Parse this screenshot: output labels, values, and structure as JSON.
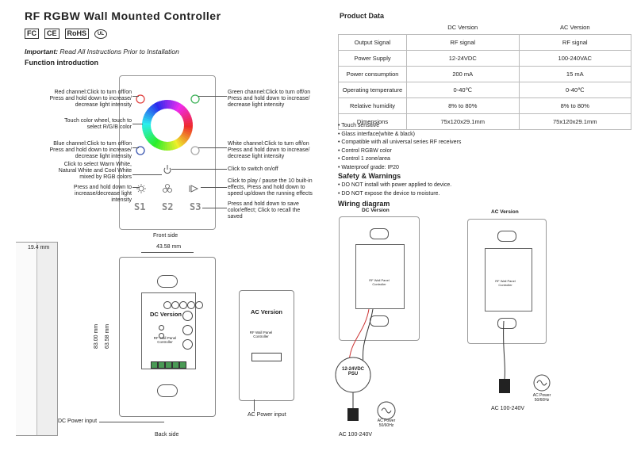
{
  "title": "RF RGBW Wall Mounted Controller",
  "certifications": [
    "FC",
    "CE",
    "RoHS",
    "UL"
  ],
  "important": {
    "prefix": "Important:",
    "text": "Read All Instructions Prior to Installation"
  },
  "function_intro": {
    "heading": "Function  introduction",
    "labels": {
      "red": "Red channel:Click to turn off/on\nPress and hold down to increase/\ndecrease light intensity",
      "wheel": "Touch color wheel, touch to\nselect R/G/B color",
      "blue": "Blue channel:Click to turn off/on\nPress and hold down to increase/\ndecrease light intensity",
      "warm": "Click to select Warm White,\nNatural White and Cool White\nmixed by RGB colors",
      "brightness": "Press and hold down to\nincrease/decrease light\nintensity",
      "green": "Green channel:Click to turn off/on\nPress and hold down to increase/\ndecrease light intensity",
      "white": "White channel:Click to turn off/on\nPress and hold down to increase/\ndecrease light intensity",
      "power": "Click to switch on/off",
      "play": "Click to play / pause the 10 built-in\neffects, Press and hold down to\nspeed up/down the running effects",
      "scene": "Press and hold down to save\ncolor/effect; Click to recall the\nsaved"
    },
    "scene_buttons": [
      "S1",
      "S2",
      "S3"
    ],
    "front_side": "Front side"
  },
  "back": {
    "dim_depth": "19.4 mm",
    "dim_width": "43.58 mm",
    "dim_h1": "83.00 mm",
    "dim_h2": "63.58 mm",
    "dc_version": "DC Version",
    "ac_version": "AC Version",
    "module_label": "RF Wall Panel\nController",
    "dc_power_input": "DC Power input",
    "ac_power_input": "AC Power input",
    "back_side": "Back side"
  },
  "product_data": {
    "heading": "Product  Data",
    "columns": [
      "",
      "DC Version",
      "AC Version"
    ],
    "rows": [
      [
        "Output  Signal",
        "RF signal",
        "RF signal"
      ],
      [
        "Power  Supply",
        "12-24VDC",
        "100-240VAC"
      ],
      [
        "Power  consumption",
        "200 mA",
        "15 mA"
      ],
      [
        "Operating  temperature",
        "0-40℃",
        "0-40℃"
      ],
      [
        "Relative  humidity",
        "8% to 80%",
        "8% to 80%"
      ],
      [
        "Dimensions",
        "75x120x29.1mm",
        "75x120x29.1mm"
      ]
    ]
  },
  "features": [
    "Touch sensitive",
    "Glass interface(white & black)",
    "Compatible with all universal series RF receivers",
    "Control RGBW color",
    "Control 1 zone/area",
    "Waterproof grade: IP20"
  ],
  "safety": {
    "heading": "Safety & Warnings",
    "items": [
      "DO NOT install with power applied to device.",
      "DO NOT expose the device to moisture."
    ]
  },
  "wiring": {
    "heading": "Wiring diagram",
    "dc_version": "DC Version",
    "ac_version": "AC Version",
    "module_label": "RF Wall Panel\nController",
    "psu": "12-24VDC\nPSU",
    "ac_supply": "AC  100-240V",
    "ac_power": "AC Power\n50/60Hz"
  }
}
